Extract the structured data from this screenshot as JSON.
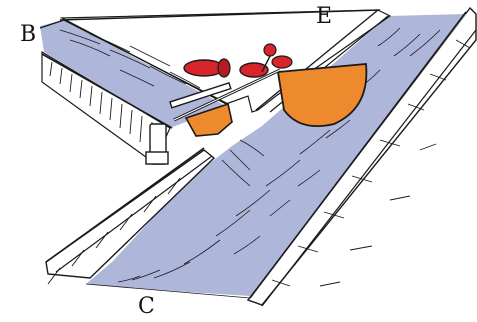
{
  "labels": {
    "b": "B",
    "e": "E",
    "c": "C"
  },
  "colors": {
    "water": "#aeb6d9",
    "gate_fill": "#ee8a2e",
    "handle_red": "#d8242b",
    "outline": "#1a1a1a",
    "bank": "#ffffff"
  },
  "icons": {
    "gate_small": "canal-gate-icon",
    "gate_large": "canal-gate-icon",
    "handles": "gate-handle-icon"
  }
}
